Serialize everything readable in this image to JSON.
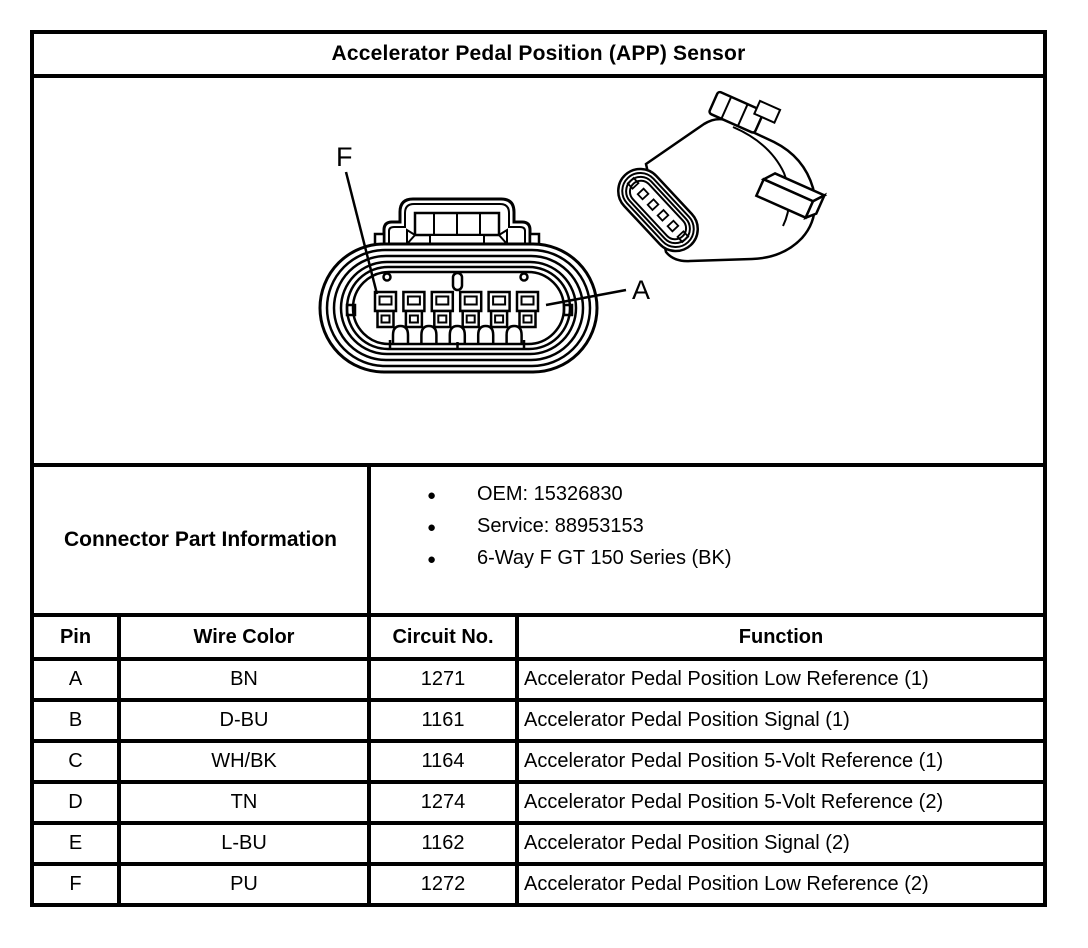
{
  "title": "Accelerator Pedal Position (APP) Sensor",
  "diagram": {
    "pin_callout_f": "F",
    "pin_callout_a": "A"
  },
  "connector_part_information": {
    "label": "Connector Part Information",
    "bullet_glyph": "●",
    "bullets": [
      "OEM: 15326830",
      "Service: 88953153",
      "6-Way F GT 150 Series (BK)"
    ]
  },
  "pin_table": {
    "headers": [
      "Pin",
      "Wire Color",
      "Circuit No.",
      "Function"
    ],
    "rows": [
      {
        "pin": "A",
        "wire_color": "BN",
        "circuit_no": "1271",
        "function": "Accelerator Pedal Position Low Reference (1)"
      },
      {
        "pin": "B",
        "wire_color": "D-BU",
        "circuit_no": "1161",
        "function": "Accelerator Pedal Position Signal (1)"
      },
      {
        "pin": "C",
        "wire_color": "WH/BK",
        "circuit_no": "1164",
        "function": "Accelerator Pedal Position 5-Volt Reference (1)"
      },
      {
        "pin": "D",
        "wire_color": "TN",
        "circuit_no": "1274",
        "function": "Accelerator Pedal Position 5-Volt Reference (2)"
      },
      {
        "pin": "E",
        "wire_color": "L-BU",
        "circuit_no": "1162",
        "function": "Accelerator Pedal Position Signal (2)"
      },
      {
        "pin": "F",
        "wire_color": "PU",
        "circuit_no": "1272",
        "function": "Accelerator Pedal Position Low Reference (2)"
      }
    ]
  },
  "colors": {
    "line": "#000000",
    "background": "#ffffff"
  }
}
